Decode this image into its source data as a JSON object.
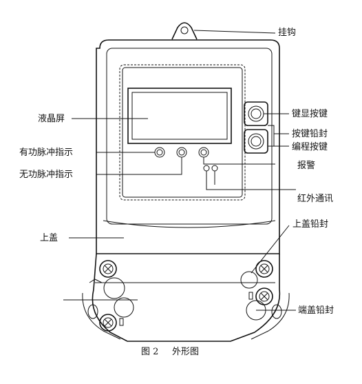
{
  "labels": {
    "hook": "挂钩",
    "lcd": "液晶屏",
    "key_display": "键显按键",
    "key_seal": "按键铅封",
    "prog_key": "编程按键",
    "active_pulse": "有功脉冲指示",
    "reactive_pulse": "无功脉冲指示",
    "alarm": "报警",
    "infrared": "红外通讯",
    "upper_cover_seal": "上盖铅封",
    "upper_cover": "上盖",
    "terminal_seal": "端盖铅封"
  },
  "caption": {
    "fig": "图 2",
    "title": "外形图"
  }
}
